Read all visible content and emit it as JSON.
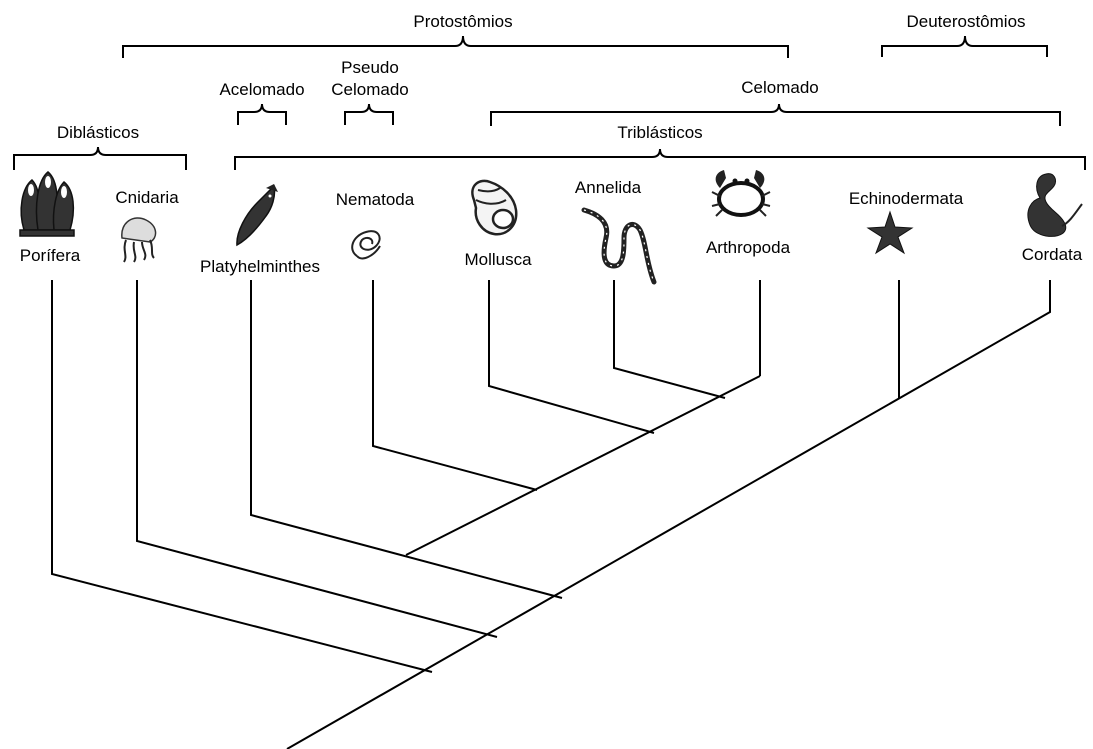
{
  "groups": {
    "protostomios": "Protostômios",
    "deuterostomios": "Deuterostômios",
    "acelomado": "Acelomado",
    "pseudo_line1": "Pseudo",
    "pseudo_line2": "Celomado",
    "celomado": "Celomado",
    "diblasticos": "Diblásticos",
    "triblasticos": "Triblásticos"
  },
  "taxa": {
    "porifera": "Porífera",
    "cnidaria": "Cnidaria",
    "platyhelminthes": "Platyhelminthes",
    "nematoda": "Nematoda",
    "mollusca": "Mollusca",
    "annelida": "Annelida",
    "arthropoda": "Arthropoda",
    "echinodermata": "Echinodermata",
    "cordata": "Cordata"
  },
  "icons": {
    "porifera": "sponge-icon",
    "cnidaria": "jellyfish-icon",
    "platyhelminthes": "flatworm-icon",
    "nematoda": "roundworm-icon",
    "mollusca": "snail-shell-icon",
    "annelida": "earthworm-icon",
    "arthropoda": "crab-icon",
    "echinodermata": "starfish-icon",
    "cordata": "chordate-icon"
  },
  "colors": {
    "line": "#000000",
    "background": "#ffffff"
  }
}
